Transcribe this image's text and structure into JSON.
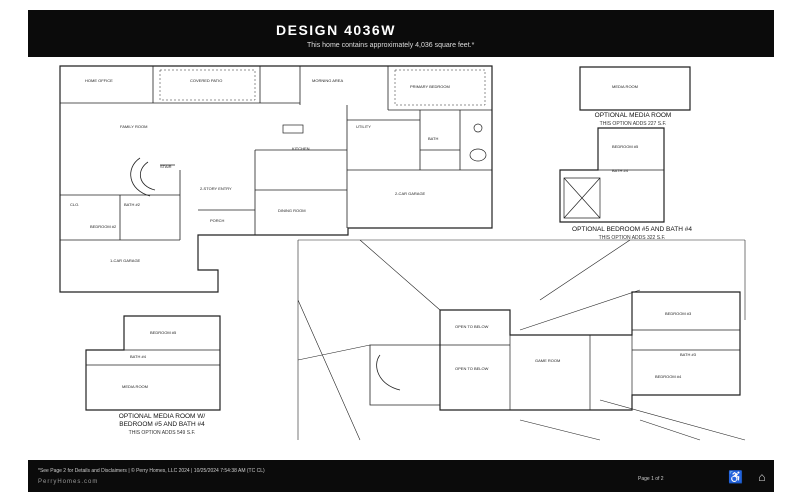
{
  "header": {
    "title": "DESIGN 4036W",
    "subtitle": "This home contains approximately 4,036 square feet.*"
  },
  "first_floor_rooms": {
    "home_office": "HOME OFFICE",
    "covered_patio": "COVERED PATIO",
    "morning_area": "MORNING AREA",
    "primary_bedroom": "PRIMARY BEDROOM",
    "family_room": "FAMILY ROOM",
    "utility": "UTILITY",
    "bath": "BATH",
    "kitchen": "KITCHEN",
    "dining_room": "DINING ROOM",
    "garage_2car": "2-CAR GARAGE",
    "bedroom_2": "BEDROOM #2",
    "bath_2": "BATH #2",
    "entry": "2-STORY ENTRY",
    "porch": "PORCH",
    "garage_1car": "1-CAR GARAGE",
    "closet": "CLO.",
    "stair": "STAIR"
  },
  "options": {
    "media_room": {
      "room": "MEDIA ROOM",
      "title": "OPTIONAL MEDIA ROOM",
      "adds": "THIS OPTION ADDS 227 S.F."
    },
    "bedroom5_bath4": {
      "room_bed": "BEDROOM #5",
      "room_bath": "BATH #4",
      "title": "OPTIONAL BEDROOM #5 AND BATH #4",
      "adds": "THIS OPTION ADDS 322 S.F."
    },
    "media_bedroom_bath": {
      "room_bed": "BEDROOM #5",
      "room_bath": "BATH #4",
      "room_media": "MEDIA ROOM",
      "title_line1": "OPTIONAL MEDIA ROOM W/",
      "title_line2": "BEDROOM #5 AND BATH #4",
      "adds": "THIS OPTION ADDS 549 S.F."
    }
  },
  "second_floor_rooms": {
    "open_to_below_1": "OPEN TO BELOW",
    "open_to_below_2": "OPEN TO BELOW",
    "game_room": "GAME ROOM",
    "bedroom_3": "BEDROOM #3",
    "bedroom_4": "BEDROOM #4",
    "bath_3": "BATH #3"
  },
  "footer": {
    "disclaimer": "*See Page 2 for Details and Disclaimers | © Perry Homes, LLC 2024 | 10/25/2024 7:54:38 AM (TC CL)",
    "brand": "PerryHomes.com",
    "page": "Page 1 of 2"
  }
}
